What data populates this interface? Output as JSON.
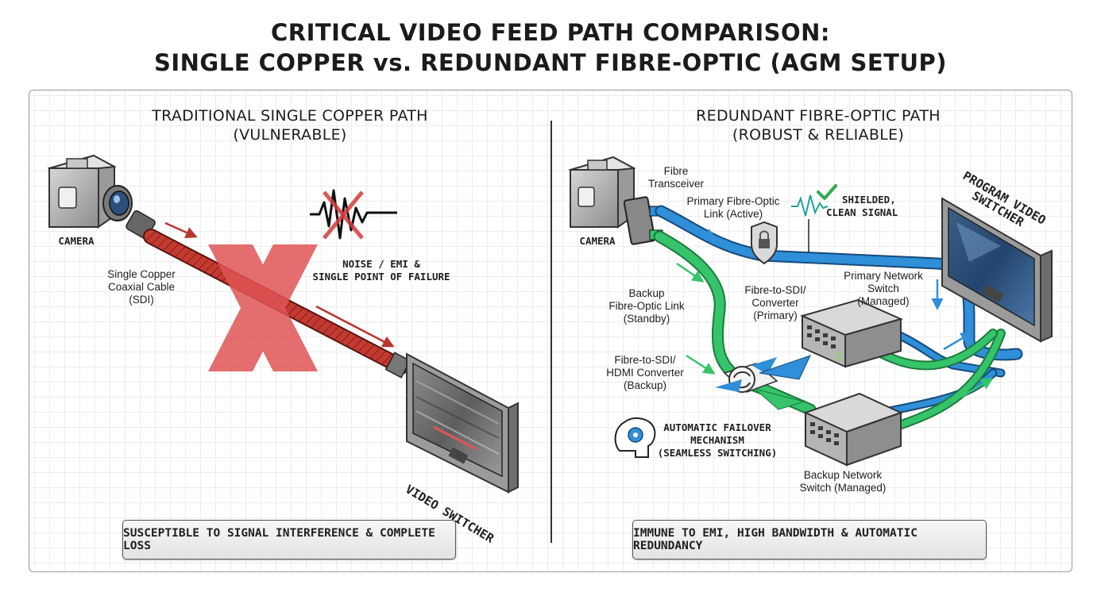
{
  "title": {
    "line1": "CRITICAL VIDEO FEED PATH COMPARISON:",
    "line2": "SINGLE COPPER vs. REDUNDANT FIBRE-OPTIC (AGM SETUP)"
  },
  "left": {
    "heading_line1": "TRADITIONAL SINGLE COPPER PATH",
    "heading_line2": "(VULNERABLE)",
    "camera_label": "CAMERA",
    "cable_line1": "Single Copper",
    "cable_line2": "Coaxial Cable",
    "cable_line3": "(SDI)",
    "noise_line1": "NOISE / EMI &",
    "noise_line2": "SINGLE POINT OF FAILURE",
    "switcher_label": "VIDEO SWITCHER",
    "footer": "SUSCEPTIBLE TO SIGNAL INTERFERENCE & COMPLETE LOSS"
  },
  "right": {
    "heading_line1": "REDUNDANT FIBRE-OPTIC PATH",
    "heading_line2": "(ROBUST & RELIABLE)",
    "camera_label": "CAMERA",
    "transceiver_line1": "Fibre",
    "transceiver_line2": "Transceiver",
    "primary_link_line1": "Primary Fibre-Optic",
    "primary_link_line2": "Link (Active)",
    "shielded_line1": "SHIELDED,",
    "shielded_line2": "CLEAN SIGNAL",
    "program_line1": "PROGRAM VIDEO",
    "program_line2": "SWITCHER",
    "backup_link_line1": "Backup",
    "backup_link_line2": "Fibre-Optic Link",
    "backup_link_line3": "(Standby)",
    "conv_primary_line1": "Fibre-to-SDI/",
    "conv_primary_line2": "Converter",
    "conv_primary_line3": "(Primary)",
    "primary_switch_line1": "Primary Network",
    "primary_switch_line2": "Switch",
    "primary_switch_line3": "(Managed)",
    "conv_backup_line1": "Fibre-to-SDI/",
    "conv_backup_line2": "HDMI Converter",
    "conv_backup_line3": "(Backup)",
    "failover_line1": "AUTOMATIC FAILOVER",
    "failover_line2": "MECHANISM",
    "failover_line3": "(SEAMLESS SWITCHING)",
    "backup_switch_line1": "Backup Network",
    "backup_switch_line2": "Switch (Managed)",
    "footer": "IMMUNE TO EMI, HIGH BANDWIDTH & AUTOMATIC REDUNDANCY"
  },
  "icons": {
    "camera": "camera-icon",
    "fail_x": "red-x-icon",
    "noise": "noise-waveform-icon",
    "lock": "lock-icon",
    "check": "checkmark-icon",
    "brain": "brain-gear-icon",
    "switch": "network-switch-icon",
    "monitor": "monitor-icon"
  },
  "colors": {
    "copper_cable": "#c0392b",
    "fail_x": "#e05555",
    "primary_fibre": "#2f8fd8",
    "backup_fibre": "#35c46a",
    "check": "#2eaa4e"
  }
}
